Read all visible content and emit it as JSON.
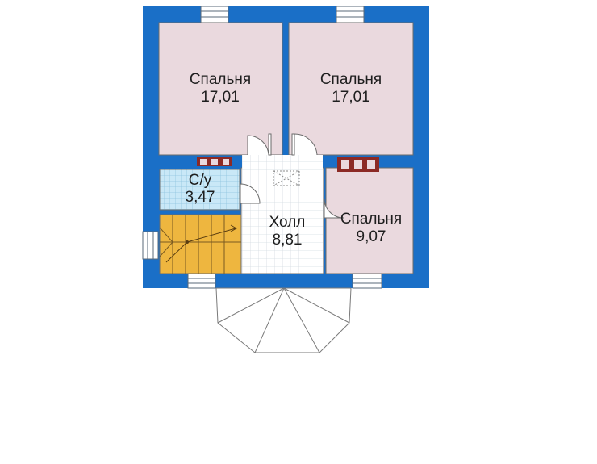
{
  "colors": {
    "wall": "#1a6fc7",
    "bedroom_floor": "#ead9de",
    "bath_floor": "#c9e8f7",
    "hall_floor": "#ffffff",
    "stairs": "#eeb63f",
    "fireplace": "#8c2a25"
  },
  "rooms": {
    "bedroom_tl": {
      "name": "Спальня",
      "area": "17,01"
    },
    "bedroom_tr": {
      "name": "Спальня",
      "area": "17,01"
    },
    "bathroom": {
      "name": "С/у",
      "area": "3,47"
    },
    "hall": {
      "name": "Холл",
      "area": "8,81"
    },
    "bedroom_sm": {
      "name": "Спальня",
      "area": "9,07"
    }
  }
}
